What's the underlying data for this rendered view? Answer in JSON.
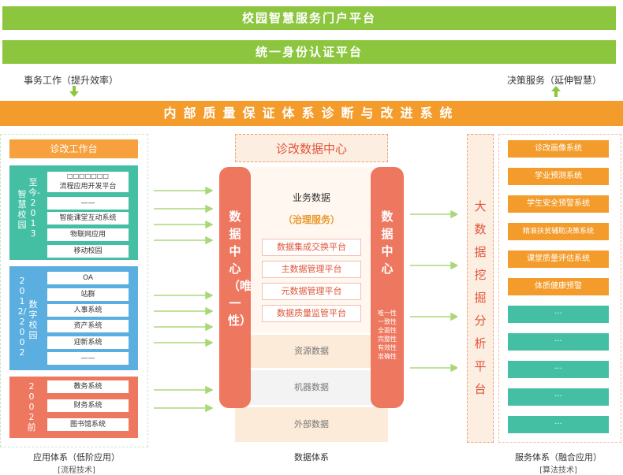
{
  "top": {
    "portal": "校园智慧服务门户平台",
    "identity": "统一身份认证平台",
    "left_label": "事务工作（提升效率）",
    "right_label": "决策服务（延伸智慧）",
    "quality": "内部质量保证体系诊断与改进系统"
  },
  "left": {
    "header": "诊改工作台",
    "groups": [
      {
        "title": "智慧校园",
        "years": "至今-2013",
        "items": [
          "□□□□□□□",
          "流程应用开发平台",
          "——",
          "智能课堂互动系统",
          "物联网应用",
          "移动校园"
        ]
      },
      {
        "title": "数字校园",
        "years": "2012/2002",
        "items": [
          "OA",
          "站群",
          "人事系统",
          "资产系统",
          "迎新系统",
          "——"
        ]
      },
      {
        "title": "2002前",
        "years": "",
        "items": [
          "教务系统",
          "财务系统",
          "图书馆系统"
        ]
      }
    ],
    "footer": "应用体系（低阶应用）",
    "footer_sub": "[流程技术]"
  },
  "center": {
    "header": "诊改数据中心",
    "pill_left": "数据中心（唯一性）",
    "pill_right": "数据中心",
    "pill_right_sub": "唯一性 一致性 全面性 完整性 有效性 准确性",
    "biz_title": "业务数据",
    "biz_sub": "（治理服务）",
    "biz_items": [
      "数据集成交换平台",
      "主数据管理平台",
      "元数据管理平台",
      "数据质量监管平台"
    ],
    "resource": "资源数据",
    "machine": "机器数据",
    "external": "外部数据",
    "footer": "数据体系"
  },
  "bigdata": "大数据挖掘分析平台",
  "right": {
    "items": [
      "诊改画像系统",
      "学业预测系统",
      "学生安全预警系统",
      "精准扶贫辅助决策系统",
      "课堂质量评估系统",
      "体质健康预警"
    ],
    "ellipsis": [
      "···",
      "···",
      "···",
      "···",
      "···"
    ],
    "footer": "服务体系（融合应用）",
    "footer_sub": "[算法技术]"
  },
  "colors": {
    "green": "#8cc63f",
    "orange": "#f39c2c",
    "teal": "#45bfa3",
    "blue": "#5aaee0",
    "red": "#ee7760"
  }
}
